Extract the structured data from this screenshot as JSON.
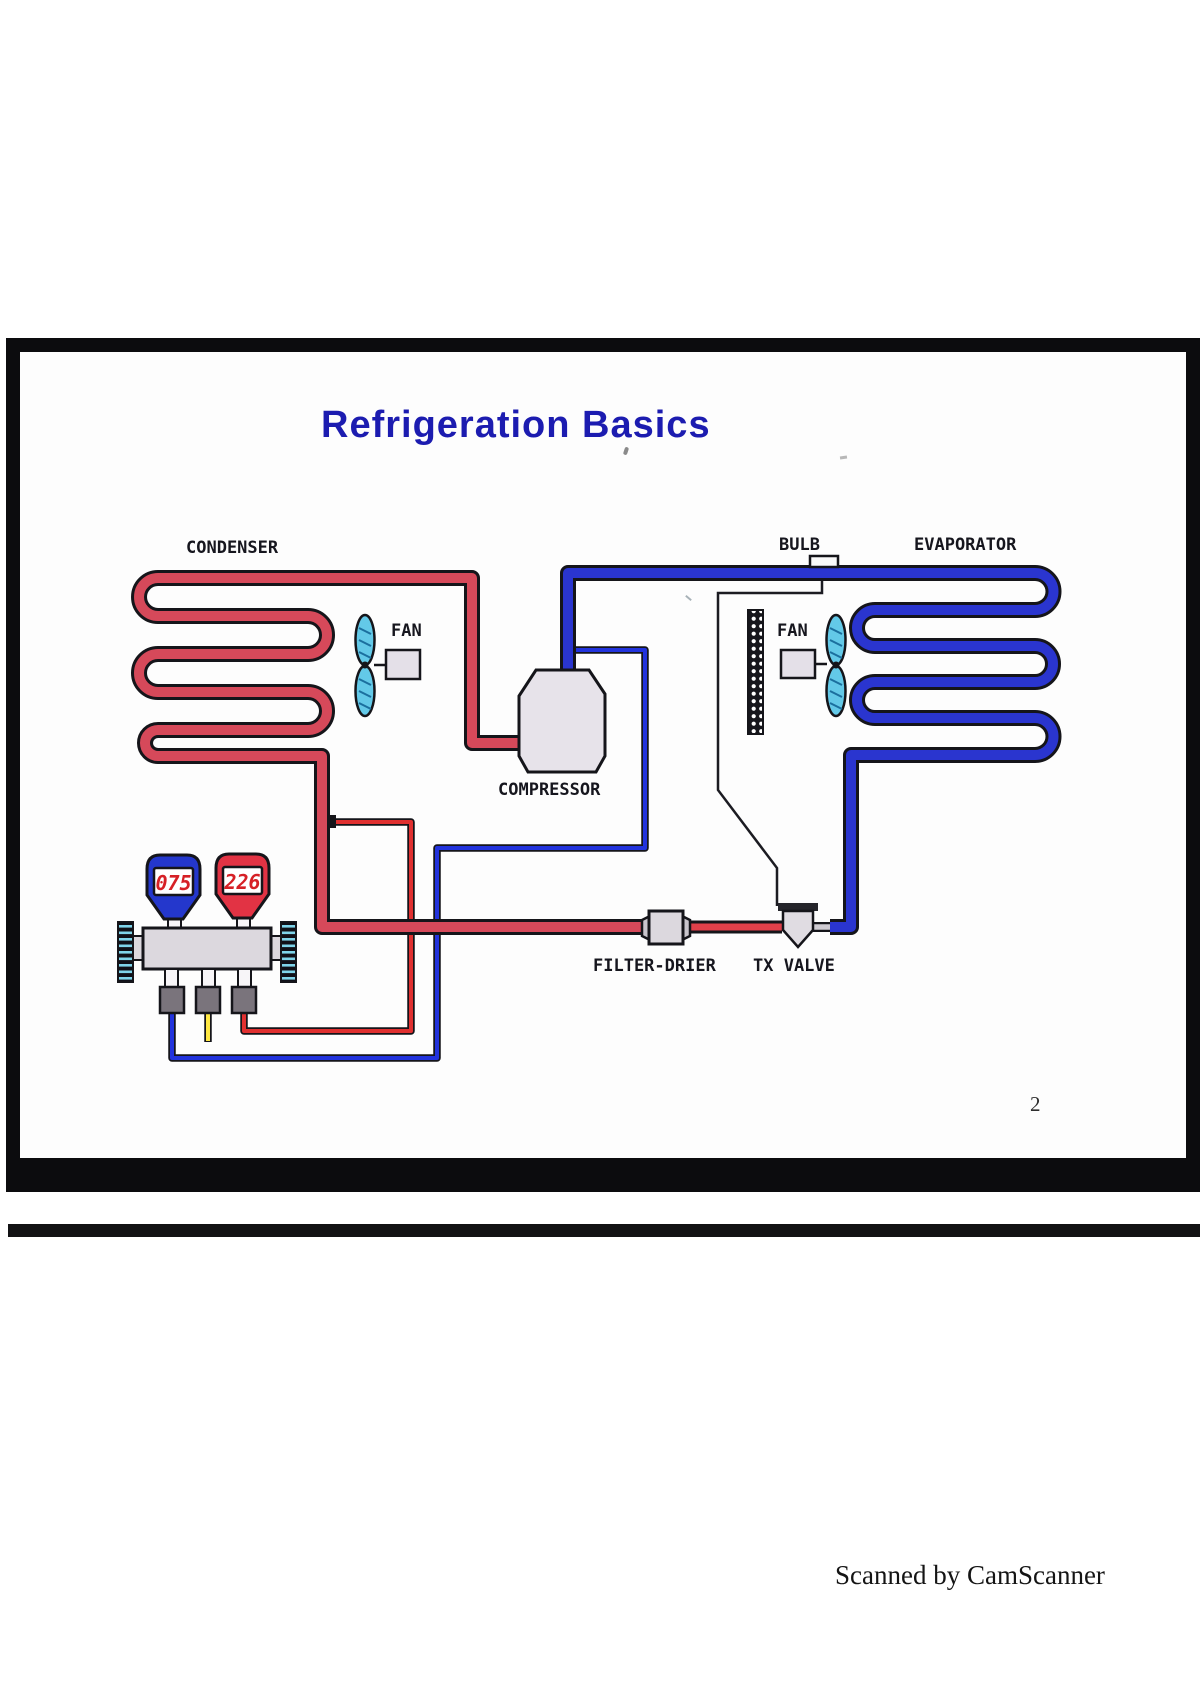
{
  "page": {
    "title": "Refrigeration Basics",
    "page_number": "2",
    "footer": "Scanned by CamScanner"
  },
  "diagram": {
    "labels": {
      "condenser": "CONDENSER",
      "fan_left": "FAN",
      "fan_right": "FAN",
      "bulb": "BULB",
      "evaporator": "EVAPORATOR",
      "compressor": "COMPRESSOR",
      "filter_drier": "FILTER-DRIER",
      "tx_valve": "TX VALVE"
    },
    "gauges": {
      "low_side": {
        "value": "075",
        "body_color": "#2437cc"
      },
      "high_side": {
        "value": "226",
        "body_color": "#e23344"
      }
    },
    "colors": {
      "title_blue": "#1c1cb0",
      "hot_line_red": "#d6495a",
      "suction_line_blue": "#2a35cf",
      "hose_red": "#e03030",
      "hose_blue": "#2233dd",
      "hose_yellow": "#ffe843",
      "fan_blade_cyan": "#63c9e8",
      "metal_gray": "#e2dee6"
    }
  }
}
